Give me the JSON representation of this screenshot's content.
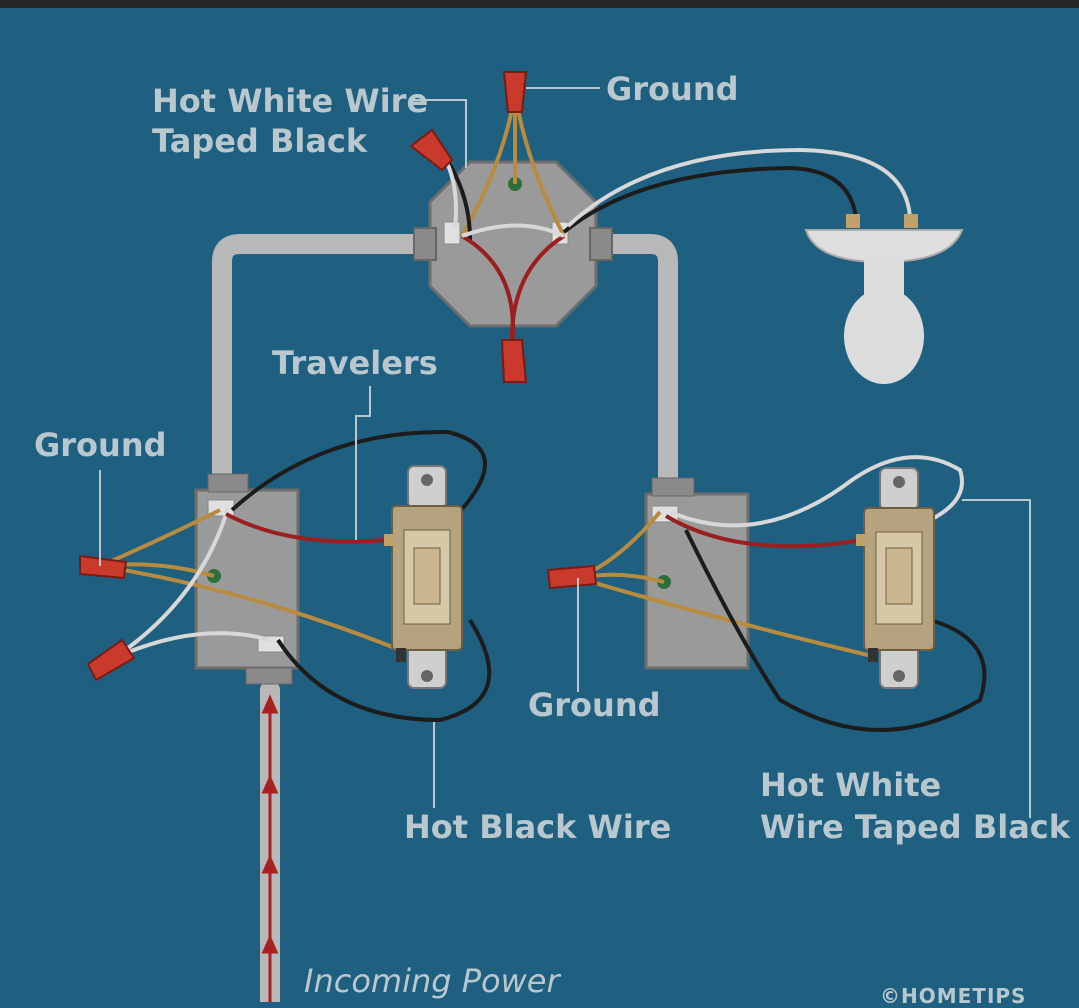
{
  "diagram": {
    "labels": {
      "hot_white_top_line1": "Hot White Wire",
      "hot_white_top_line2": "Taped Black",
      "ground_top": "Ground",
      "travelers": "Travelers",
      "ground_left": "Ground",
      "ground_middle": "Ground",
      "hot_black_wire": "Hot Black Wire",
      "hot_white_right_line1": "Hot White",
      "hot_white_right_line2": "Wire Taped Black",
      "incoming_power": "Incoming Power",
      "credit": "©HOMETIPS"
    },
    "colors": {
      "background": "#1f5f7f",
      "label": "#b9c8cf",
      "conduit": "#b8b8b8",
      "box": "#9a9a9a",
      "wire_nut": "#c93a2c",
      "red_wire": "#9b1f1f",
      "black_wire": "#1c1c1c",
      "white_wire": "#d8d8d8",
      "ground_wire": "#b88c40",
      "switch_body": "#b5a27f",
      "bulb": "#dcdcdc"
    },
    "icons": [
      "junction-box-icon",
      "light-bulb-icon",
      "three-way-switch-icon",
      "wire-nut-icon",
      "power-arrow-icon"
    ]
  }
}
